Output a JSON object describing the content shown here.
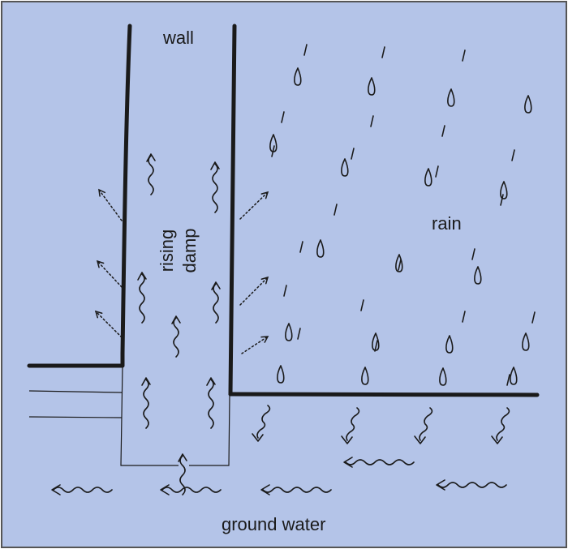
{
  "diagram": {
    "background": "#b4c4e8",
    "ink": "#1a1a1a",
    "labels": {
      "wall": "wall",
      "rain": "rain",
      "rising": "rising",
      "damp": "damp",
      "ground_water": "ground water"
    }
  }
}
